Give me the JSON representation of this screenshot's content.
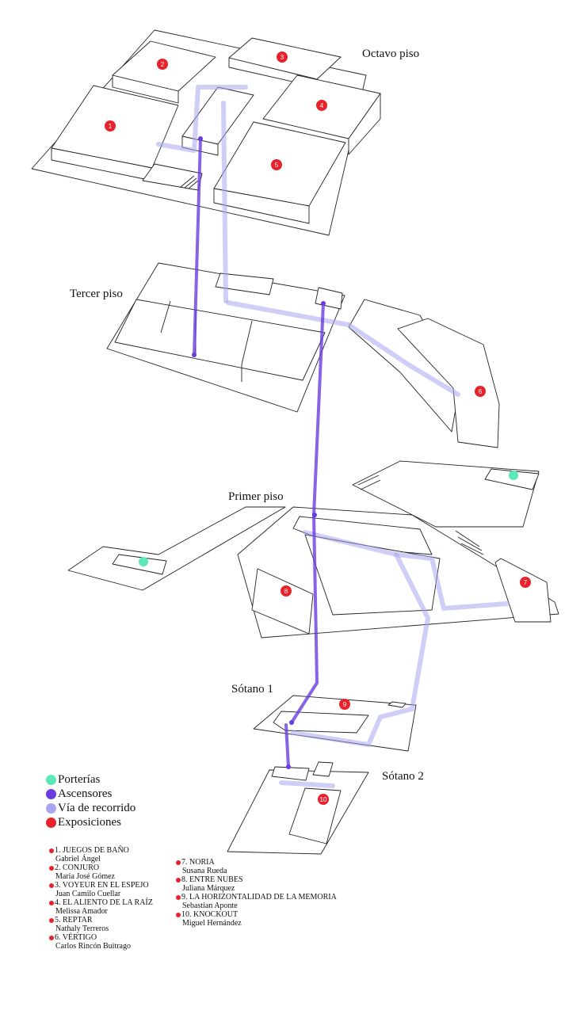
{
  "title": "Mapa de exposiciones por pisos",
  "colors": {
    "porterias": "#5de8b8",
    "ascensores": "#6a3ce0",
    "via_recorrido": "#a8a6f0",
    "exposiciones": "#e8222a",
    "line": "#222222"
  },
  "floors": [
    {
      "id": "octavo",
      "label": "Octavo piso"
    },
    {
      "id": "tercer",
      "label": "Tercer piso"
    },
    {
      "id": "primer",
      "label": "Primer piso"
    },
    {
      "id": "sotano1",
      "label": "Sótano 1"
    },
    {
      "id": "sotano2",
      "label": "Sótano 2"
    }
  ],
  "legend": [
    {
      "key": "porterias",
      "label": "Porterías"
    },
    {
      "key": "ascensores",
      "label": "Ascensores"
    },
    {
      "key": "via_recorrido",
      "label": "Vía de recorrido"
    },
    {
      "key": "exposiciones",
      "label": "Exposiciones"
    }
  ],
  "markers": [
    {
      "number": "1",
      "floor": "Octavo piso"
    },
    {
      "number": "2",
      "floor": "Octavo piso"
    },
    {
      "number": "3",
      "floor": "Octavo piso"
    },
    {
      "number": "4",
      "floor": "Octavo piso"
    },
    {
      "number": "5",
      "floor": "Octavo piso"
    },
    {
      "number": "6",
      "floor": "Tercer piso"
    },
    {
      "number": "7",
      "floor": "Primer piso"
    },
    {
      "number": "8",
      "floor": "Primer piso"
    },
    {
      "number": "9",
      "floor": "Sótano 1"
    },
    {
      "number": "10",
      "floor": "Sótano 2"
    }
  ],
  "works_col1": [
    {
      "title": "1. JUEGOS DE BAÑO",
      "artist": "Gabriel Ángel"
    },
    {
      "title": "2. CONJURO",
      "artist": "Maria José Gómez"
    },
    {
      "title": "3. VOYEUR EN EL ESPEJO",
      "artist": "Juan Camilo Cuellar"
    },
    {
      "title": "4. EL ALIENTO DE LA RAÍZ",
      "artist": "Melissa Amador"
    },
    {
      "title": "5. REPTAR",
      "artist": "Nathaly Terreros"
    },
    {
      "title": "6. VÉRTIGO",
      "artist": "Carlos Rincón Buitrago"
    }
  ],
  "works_col2": [
    {
      "title": "7.  NORIA",
      "artist": "Susana Rueda"
    },
    {
      "title": "8. ENTRE NUBES",
      "artist": "Juliana Márquez"
    },
    {
      "title": "9. LA HORIZONTALIDAD DE LA MEMORIA",
      "artist": "Sebastian Aponte"
    },
    {
      "title": "10. KNOCKOUT",
      "artist": "Miguel Hernández"
    }
  ]
}
